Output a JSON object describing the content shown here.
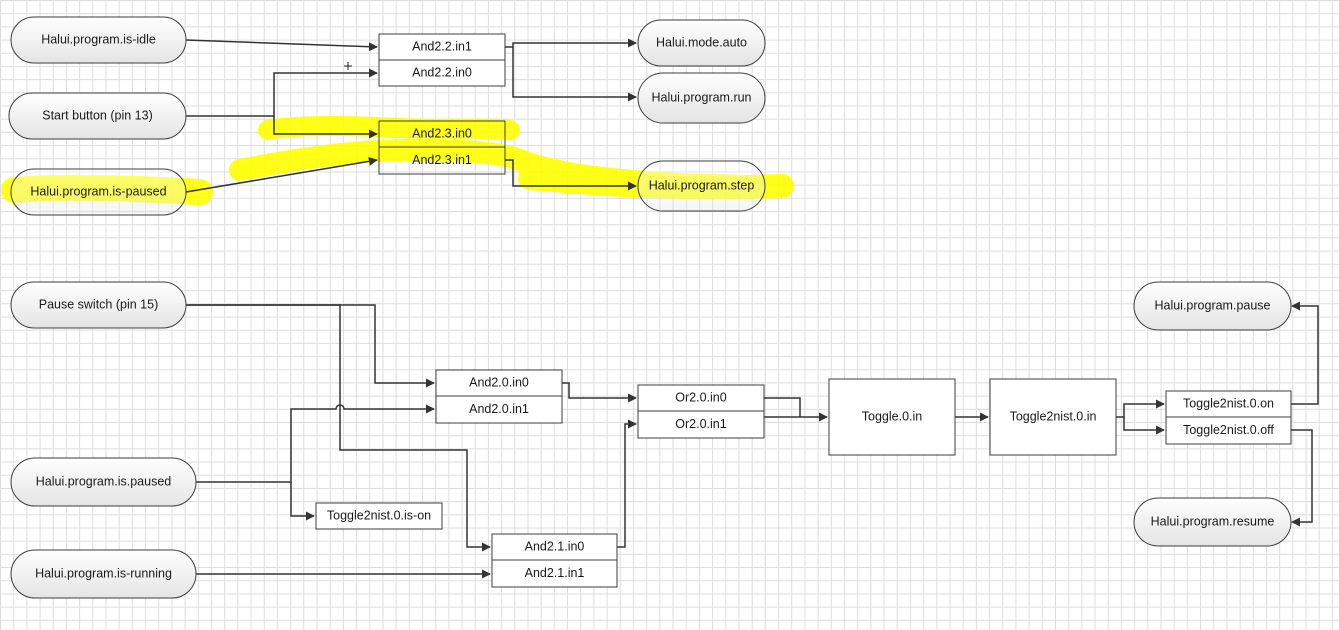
{
  "accent": {
    "highlight": "#ffff00",
    "line": "#333333"
  },
  "inputs": {
    "is_idle": "Halui.program.is-idle",
    "start_button": "Start button (pin 13)",
    "is_paused_top": "Halui.program.is-paused",
    "pause_switch": "Pause switch (pin 15)",
    "is_paused": "Halui.program.is.paused",
    "is_running": "Halui.program.is-running"
  },
  "outputs": {
    "mode_auto": "Halui.mode.auto",
    "program_run": "Halui.program.run",
    "program_step": "Halui.program.step",
    "program_pause": "Halui.program.pause",
    "program_resume": "Halui.program.resume"
  },
  "blocks": {
    "and22_in1": "And2.2.in1",
    "and22_in0": "And2.2.in0",
    "and23_in0": "And2.3.in0",
    "and23_in1": "And2.3.in1",
    "and20_in0": "And2.0.in0",
    "and20_in1": "And2.0.in1",
    "or20_in0": "Or2.0.in0",
    "or20_in1": "Or2.0.in1",
    "toggle0_in": "Toggle.0.in",
    "toggle2nist0_in": "Toggle2nist.0.in",
    "toggle2nist0_on": "Toggle2nist.0.on",
    "toggle2nist0_off": "Toggle2nist.0.off",
    "toggle2nist0_is_on": "Toggle2nist.0.is-on",
    "and21_in0": "And2.1.in0",
    "and21_in1": "And2.1.in1"
  },
  "cursor_icon": "crosshair-icon"
}
